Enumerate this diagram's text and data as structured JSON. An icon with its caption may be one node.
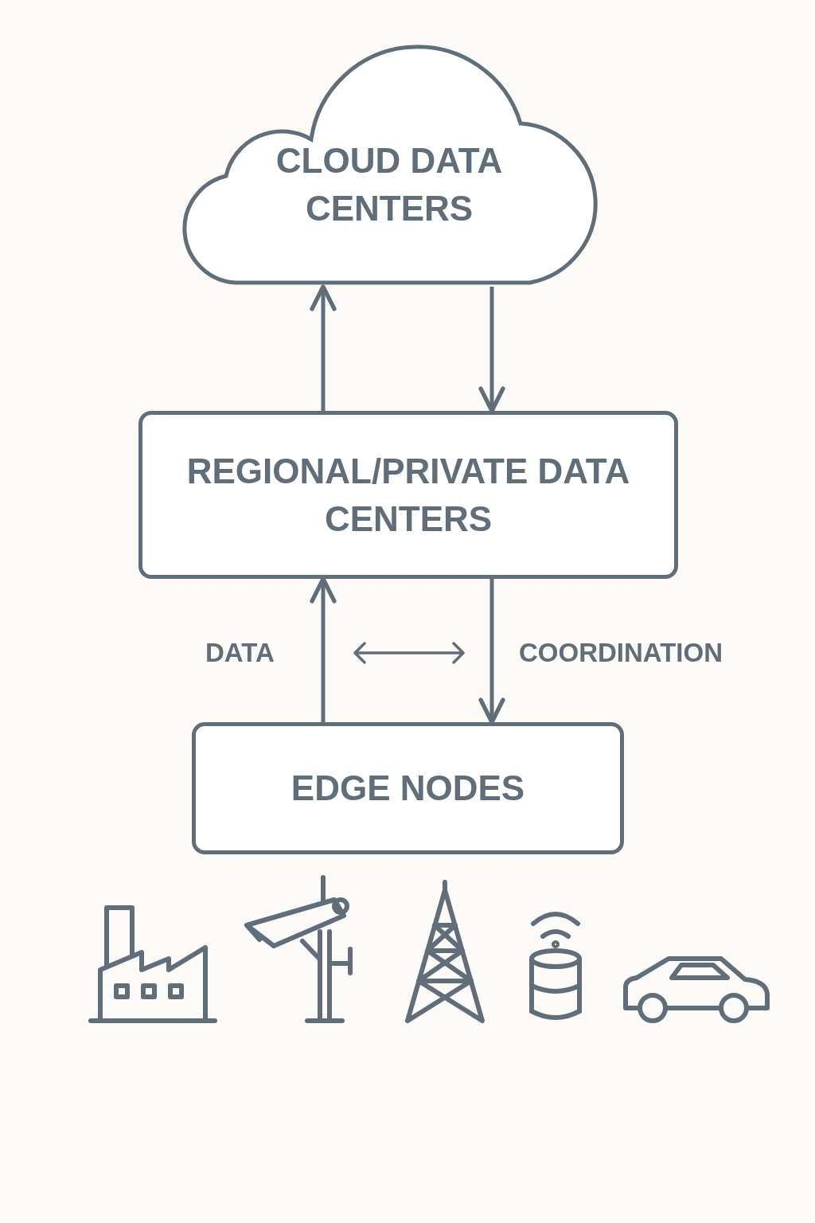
{
  "diagram": {
    "nodes": [
      {
        "text": [
          "CLOUD DATA CENTERS"
        ]
      },
      {
        "text": [
          "REGIONAL/PRIVATE DATA CENTERS"
        ]
      },
      {
        "text": [
          "EDGE NODES"
        ]
      }
    ],
    "edges": [
      {
        "from": 1,
        "to": 0,
        "arrow": "to"
      },
      {
        "from": 0,
        "to": 1,
        "arrow": "to"
      },
      {
        "from": 2,
        "to": 1,
        "arrow": "to",
        "label": "DATA"
      },
      {
        "from": 1,
        "to": 2,
        "arrow": "to",
        "label": "COORDINATION"
      }
    ]
  }
}
